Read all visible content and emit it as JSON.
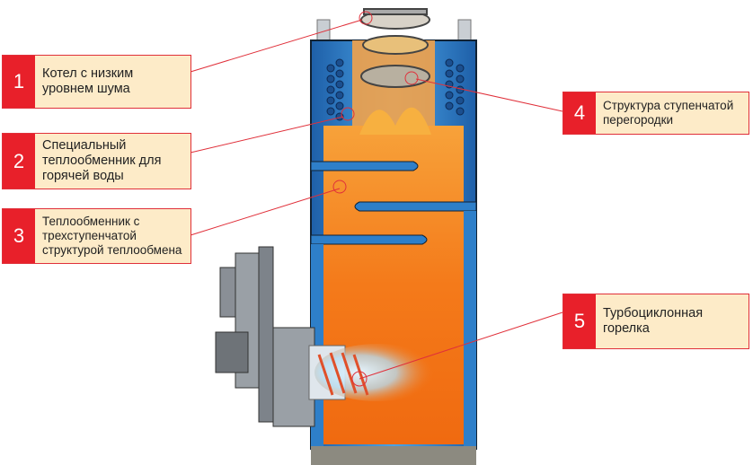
{
  "callouts": [
    {
      "number": "1",
      "lines": [
        "Котел с низким",
        "уровнем шума"
      ]
    },
    {
      "number": "2",
      "lines": [
        "Специальный",
        "теплообменник для",
        "горячей воды"
      ]
    },
    {
      "number": "3",
      "lines": [
        "Теплообменник с",
        "трехступенчатой",
        "структурой теплообмена"
      ]
    },
    {
      "number": "4",
      "lines": [
        "Структура ступенчатой",
        "перегородки"
      ]
    },
    {
      "number": "5",
      "lines": [
        "Турбоциклонная",
        "горелка"
      ]
    }
  ],
  "colors": {
    "accent": "#e8202a",
    "label_bg": "#fdebc8",
    "water": "#2e7fc9",
    "flame": "#f5821f"
  }
}
